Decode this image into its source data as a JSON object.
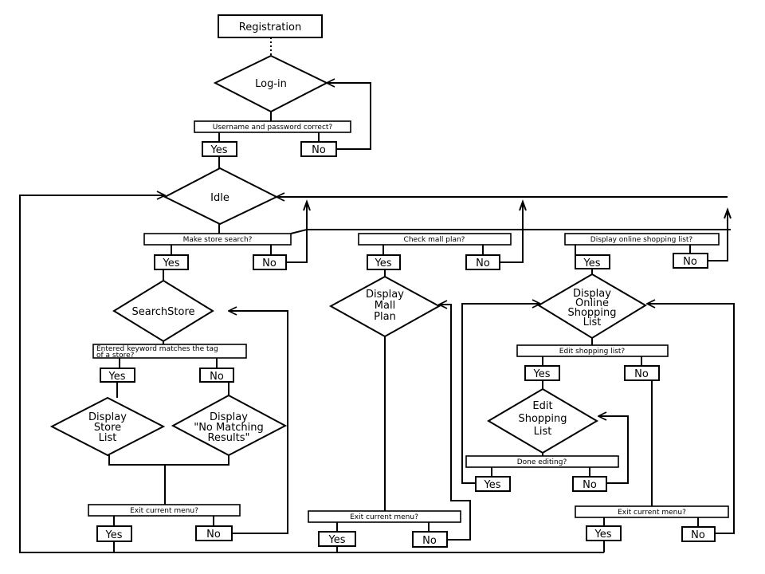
{
  "diagram": {
    "start": "Registration",
    "login": "Log-in",
    "login_check": "Username and password correct?",
    "idle": "Idle",
    "yes": "Yes",
    "no": "No",
    "q_store": "Make store search?",
    "q_mall": "Check mall plan?",
    "q_shop": "Display online shopping list?",
    "search_store": "SearchStore",
    "keyword_q_1": "Entered keyword matches the tag",
    "keyword_q_2": "of a store?",
    "store_list": [
      "Display",
      "Store",
      "List"
    ],
    "no_results": [
      "Display",
      "\"No Matching",
      "Results\""
    ],
    "mall_plan": [
      "Display",
      "Mall",
      "Plan"
    ],
    "online_list": [
      "Display",
      "Online",
      "Shopping",
      "List"
    ],
    "edit_q": "Edit shopping list?",
    "edit_list": [
      "Edit",
      "Shopping",
      "List"
    ],
    "done_q": "Done editing?",
    "exit_q": "Exit current menu?"
  }
}
